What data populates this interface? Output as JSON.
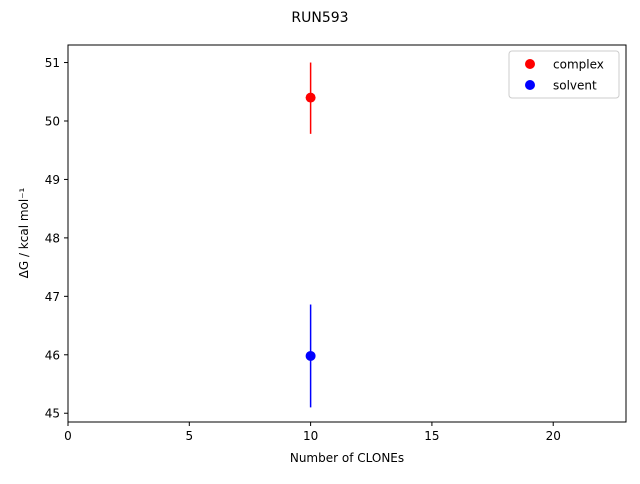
{
  "chart_data": {
    "type": "scatter",
    "title": "RUN593",
    "xlabel": "Number of CLONEs",
    "ylabel": "ΔG / kcal mol⁻¹",
    "xlim": [
      0,
      23
    ],
    "ylim": [
      44.85,
      51.3
    ],
    "xticks": [
      0,
      5,
      10,
      15,
      20
    ],
    "yticks": [
      45,
      46,
      47,
      48,
      49,
      50,
      51
    ],
    "grid": false,
    "legend_position": "top-right",
    "series": [
      {
        "name": "complex",
        "color": "#ff0000",
        "x": [
          10
        ],
        "y": [
          50.4
        ],
        "yerr_low": [
          49.78
        ],
        "yerr_high": [
          51.0
        ]
      },
      {
        "name": "solvent",
        "color": "#0000ff",
        "x": [
          10
        ],
        "y": [
          45.98
        ],
        "yerr_low": [
          45.1
        ],
        "yerr_high": [
          46.86
        ]
      }
    ]
  }
}
